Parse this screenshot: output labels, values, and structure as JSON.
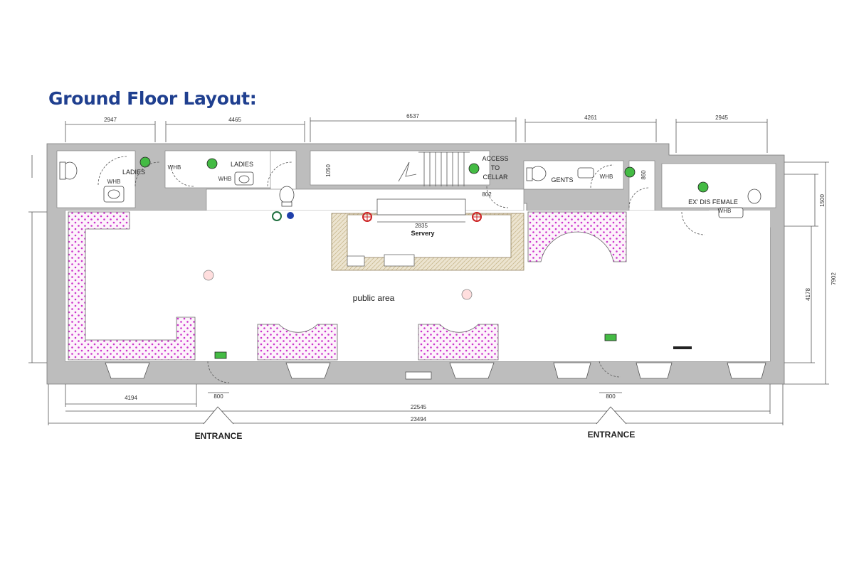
{
  "title": "Ground Floor Layout:",
  "dimensions_top": [
    "2947",
    "4465",
    "6537",
    "4261",
    "2945"
  ],
  "dimensions_right": [
    "1500",
    "7902",
    "4178"
  ],
  "dimensions_bottom": [
    "4194",
    "800",
    "800",
    "22545",
    "23494"
  ],
  "dimensions_inner": {
    "stair": "1050",
    "servery": "2835",
    "cellar_door": "802",
    "gents_door": "860"
  },
  "rooms": {
    "ladies_1": "LADIES",
    "ladies_2": "LADIES",
    "whb_1": "WHB",
    "whb_2": "WHB",
    "whb_3": "WHB",
    "whb_4": "WHB",
    "whb_5": "WHB",
    "cellar_access": [
      "ACCESS",
      "TO",
      "CELLAR"
    ],
    "gents": "GENTS",
    "ex_dis_female": "EX' DIS FEMALE",
    "servery": "Servery",
    "public_area": "public area"
  },
  "entrances": [
    "ENTRANCE",
    "ENTRANCE"
  ],
  "colors": {
    "title": "#1f3f8f",
    "wall": "#bdbdbd",
    "seating_dots": "#cc33cc",
    "servery_fill": "#e8e0cc",
    "fire_red": "#cc2222",
    "emergency_green": "#33aa33"
  }
}
